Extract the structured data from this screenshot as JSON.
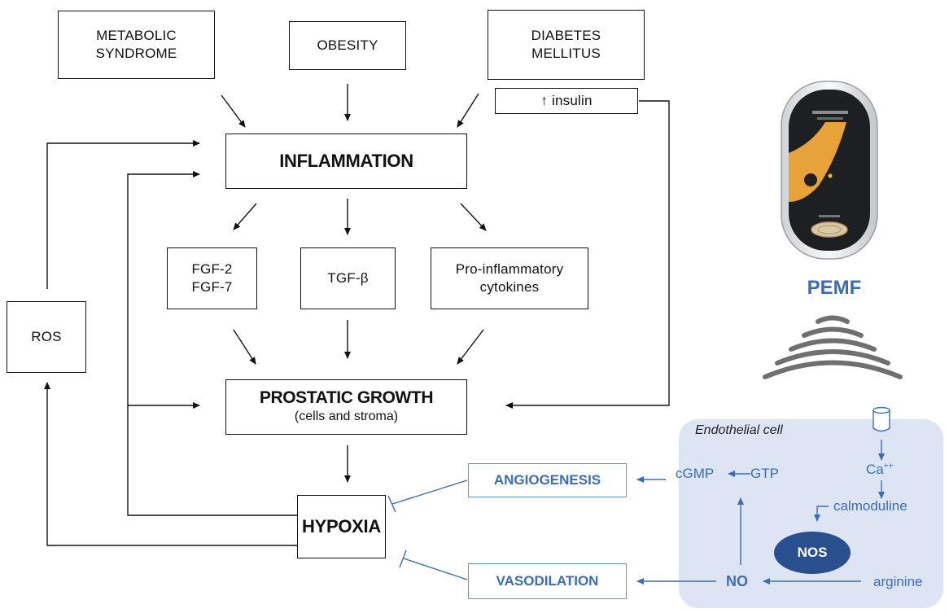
{
  "causes": {
    "metabolic": [
      "METABOLIC",
      "SYNDROME"
    ],
    "obesity": "OBESITY",
    "diabetes": [
      "DIABETES",
      "MELLITUS"
    ],
    "insulin": "↑ insulin"
  },
  "inflammation": "INFLAMMATION",
  "mediators": {
    "fgf": [
      "FGF-2",
      "FGF-7"
    ],
    "tgf": "TGF-β",
    "cytokines": [
      "Pro-inflammatory",
      "cytokines"
    ]
  },
  "ros": "ROS",
  "growth": {
    "title": "PROSTATIC GROWTH",
    "subtitle": "(cells and stroma)"
  },
  "hypoxia": "HYPOXIA",
  "angiogenesis": "ANGIOGENESIS",
  "vasodilation": "VASODILATION",
  "pemf": "PEMF",
  "endothelial": {
    "title": "Endothelial cell",
    "ca": "Ca",
    "ca_sup": "++",
    "calmoduline": "calmoduline",
    "nos": "NOS",
    "arginine": "arginine",
    "no": "NO",
    "gtp": "GTP",
    "cgmp": "cGMP"
  },
  "colors": {
    "accent": "#3c6cb4",
    "accent_dark": "#2a4f8f",
    "cell_bg": "#dde5f4",
    "device_yellow": "#e8a23a"
  }
}
